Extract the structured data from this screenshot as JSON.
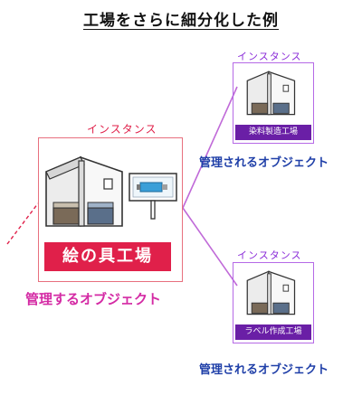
{
  "title": "工場をさらに細分化した例",
  "main": {
    "instance_label": "インスタンス",
    "name": "絵の具工場",
    "caption": "管理するオブジェクト"
  },
  "instances": [
    {
      "instance_label": "インスタンス",
      "name": "染料製造工場",
      "caption": "管理されるオブジェクト"
    },
    {
      "instance_label": "インスタンス",
      "name": "ラベル作成工場",
      "caption": "管理されるオブジェクト"
    }
  ],
  "colors": {
    "instance_red": "#e0204a",
    "main_caption_magenta": "#d42aa4",
    "sub_border_purple": "#b569e6",
    "sub_name_bg": "#6a1fa6",
    "managed_caption_blue": "#1f3fa8",
    "connector_line": "#c06ad8"
  }
}
